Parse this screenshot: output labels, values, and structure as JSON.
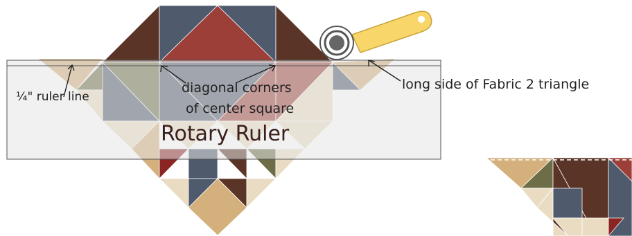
{
  "labels": {
    "ruler_line": "¼\" ruler line",
    "diagonal_line1": "diagonal corners",
    "diagonal_line2": "of center square",
    "long_side": "long side of Fabric 2 triangle",
    "rotary_ruler": "Rotary Ruler"
  },
  "colors": {
    "dark_brown": "#5a3426",
    "slate_blue": "#4f5a6c",
    "rust_red": "#9b3f38",
    "deep_red": "#8b2523",
    "tan": "#d4b07c",
    "light_tan": "#e9dcc3",
    "olive": "#6d6e48",
    "cutter_yellow": "#f9d66a",
    "ruler_tint": "#e6e6e6",
    "outline": "#555555"
  },
  "icons": {
    "cutter": "rotary-cutter-icon"
  }
}
